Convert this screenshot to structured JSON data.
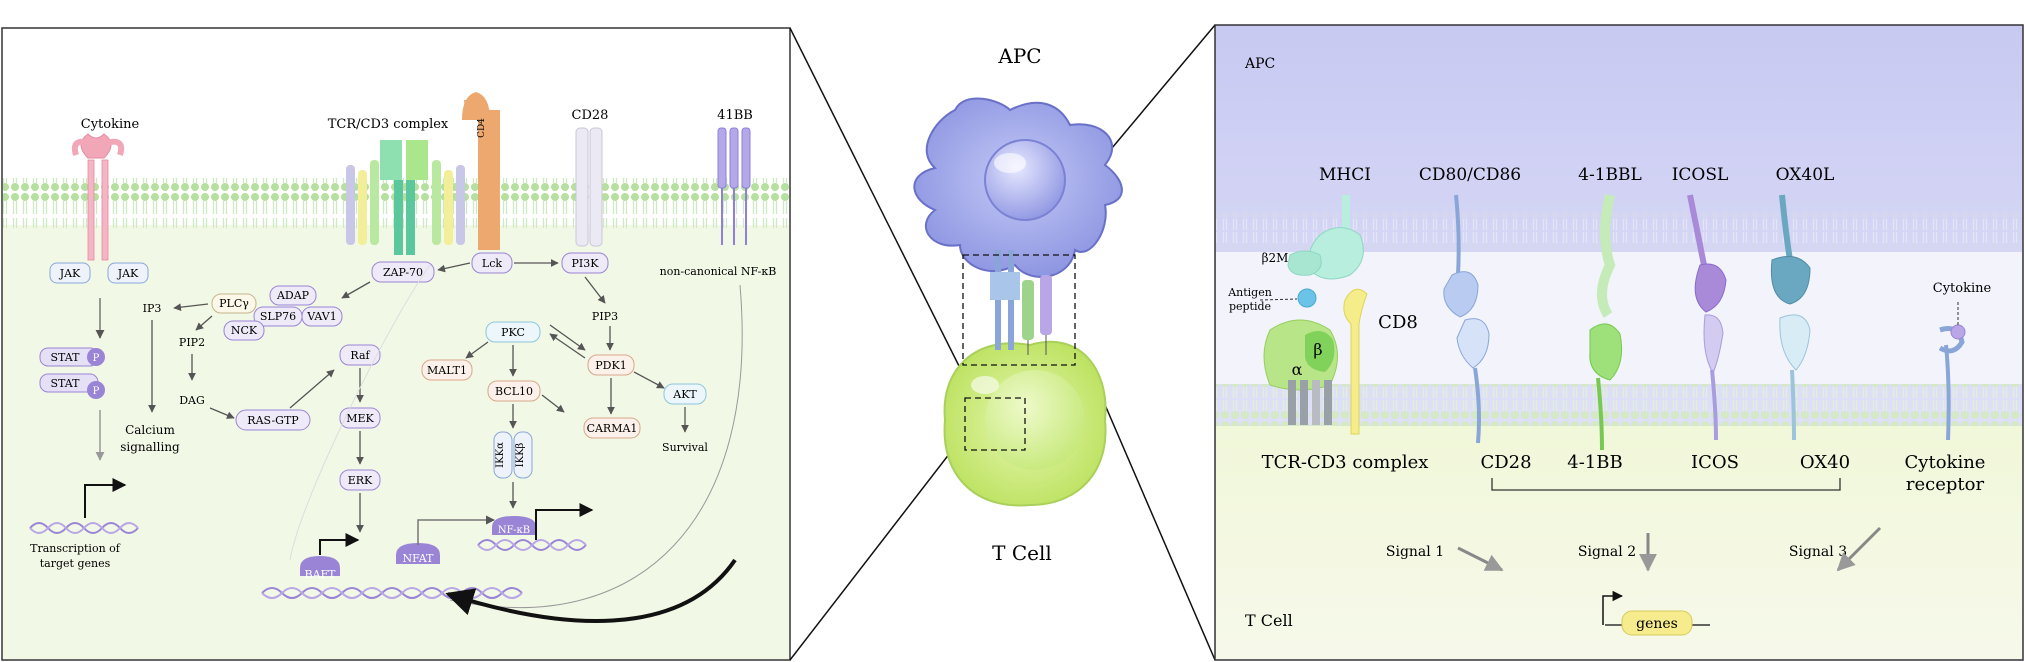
{
  "left_panel": {
    "cytokine": "Cytokine",
    "tcr_cd3_complex": "TCR/CD3 complex",
    "cd4": "CD4",
    "cd28": "CD28",
    "bb41": "41BB",
    "jak": "JAK",
    "stat": "STAT",
    "phos": "P",
    "zap70": "ZAP-70",
    "lck": "Lck",
    "pi3k": "PI3K",
    "noncanonical_nfkb": "non-canonical NF-κB",
    "ip3": "IP3",
    "plcg": "PLCγ",
    "adap": "ADAP",
    "slp76": "SLP76",
    "vav1": "VAV1",
    "nck": "NCK",
    "pip2": "PIP2",
    "dag": "DAG",
    "ras_gtp": "RAS-GTP",
    "raf": "Raf",
    "mek": "MEK",
    "erk": "ERK",
    "calcium_1": "Calcium",
    "calcium_2": "signalling",
    "pkc": "PKC",
    "malt1": "MALT1",
    "bcl10": "BCL10",
    "ikka": "IKKα",
    "ikkb": "IKKβ",
    "pip3": "PIP3",
    "pdk1": "PDK1",
    "akt": "AKT",
    "survival": "Survival",
    "carma1": "CARMA1",
    "transcription_1": "Transcription of",
    "transcription_2": "target genes",
    "baft": "BAFT",
    "nfat": "NFAT",
    "nfkb": "NF-κB"
  },
  "center_panel": {
    "apc": "APC",
    "tcell": "T Cell"
  },
  "right_panel": {
    "apc": "APC",
    "mhci": "MHCI",
    "cd80_cd86": "CD80/CD86",
    "bbl41": "4-1BBL",
    "icosl": "ICOSL",
    "ox40l": "OX40L",
    "b2m": "β2M",
    "antigen_1": "Antigen",
    "antigen_2": "peptide",
    "cd8": "CD8",
    "alpha": "α",
    "beta": "β",
    "cytokine": "Cytokine",
    "tcr_cd3": "TCR-CD3 complex",
    "cd28": "CD28",
    "bb41": "4-1BB",
    "icos": "ICOS",
    "ox40": "OX40",
    "cyto_receptor_1": "Cytokine",
    "cyto_receptor_2": "receptor",
    "signal1": "Signal 1",
    "signal2": "Signal 2",
    "signal3": "Signal 3",
    "tcell": "T Cell",
    "genes": "genes"
  },
  "colors": {
    "membrane_green": "#c9e8b4",
    "cytoplasm_green": "#f3f9e6",
    "apc_purple": "#7d86d9",
    "tcell_green": "#c6e87a",
    "node_purple": "#9a84d6",
    "node_fill": "#eeeaf8",
    "genes_yellow": "#f6ec8e"
  }
}
